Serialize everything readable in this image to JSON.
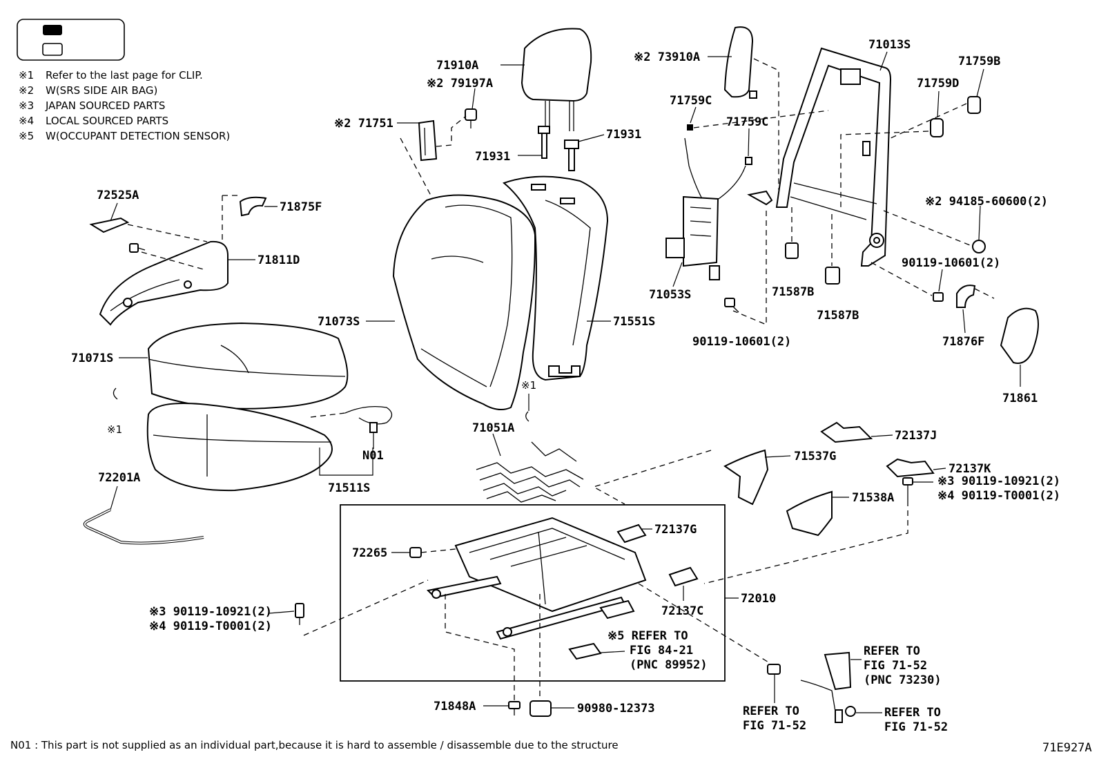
{
  "legend": {
    "notes": [
      {
        "mark": "※1",
        "text": "Refer to the last page for CLIP."
      },
      {
        "mark": "※2",
        "text": "W(SRS SIDE AIR BAG)"
      },
      {
        "mark": "※3",
        "text": "JAPAN SOURCED PARTS"
      },
      {
        "mark": "※4",
        "text": "LOCAL SOURCED PARTS"
      },
      {
        "mark": "※5",
        "text": "W(OCCUPANT DETECTION SENSOR)"
      }
    ]
  },
  "parts": {
    "p71910A": "71910A",
    "p79197A": "※2 79197A",
    "p71751": "※2 71751",
    "p71931a": "71931",
    "p71931b": "71931",
    "p72525A": "72525A",
    "p71875F": "71875F",
    "p71811D": "71811D",
    "p71071S": "71071S",
    "p71073S": "71073S",
    "p71551S": "71551S",
    "p71511S": "71511S",
    "pN01": "N01",
    "p72201A": "72201A",
    "p71051A": "71051A",
    "pClip1a": "※1",
    "pClip1b": "※1",
    "p73910A": "※2 73910A",
    "p71013S": "71013S",
    "p71759B": "71759B",
    "p71759D": "71759D",
    "p71759Ca": "71759C",
    "p71759Cb": "71759C",
    "p94185": "※2 94185-60600(2)",
    "p90119_10601a": "90119-10601(2)",
    "p71053S": "71053S",
    "p71587Ba": "71587B",
    "p71587Bb": "71587B",
    "p90119_10601b": "90119-10601(2)",
    "p71876F": "71876F",
    "p71861": "71861",
    "p72137J": "72137J",
    "p71537G": "71537G",
    "p72137K": "72137K",
    "p71538A": "71538A",
    "pBoltR3": "※3 90119-10921(2)",
    "pBoltR4": "※4 90119-T0001(2)",
    "p72137G": "72137G",
    "p72265": "72265",
    "p72010": "72010",
    "p72137C": "72137C",
    "pBoltL3": "※3 90119-10921(2)",
    "pBoltL4": "※4 90119-T0001(2)",
    "pRef5a": "※5 REFER TO",
    "pRef5b": "FIG 84-21",
    "pRef5c": "(PNC 89952)",
    "pRefBeltA": "REFER TO",
    "pRefBeltB": "FIG 71-52",
    "pRefBeltC": "(PNC 73230)",
    "p71848A": "71848A",
    "p90980": "90980-12373",
    "pRefL1": "REFER TO",
    "pRefL2": "FIG 71-52",
    "pRefR1": "REFER TO",
    "pRefR2": "FIG 71-52"
  },
  "footnote": "N01 : This part is not supplied as an individual part,because it is hard to assemble / disassemble due to the structure",
  "figure_id": "71E927A"
}
